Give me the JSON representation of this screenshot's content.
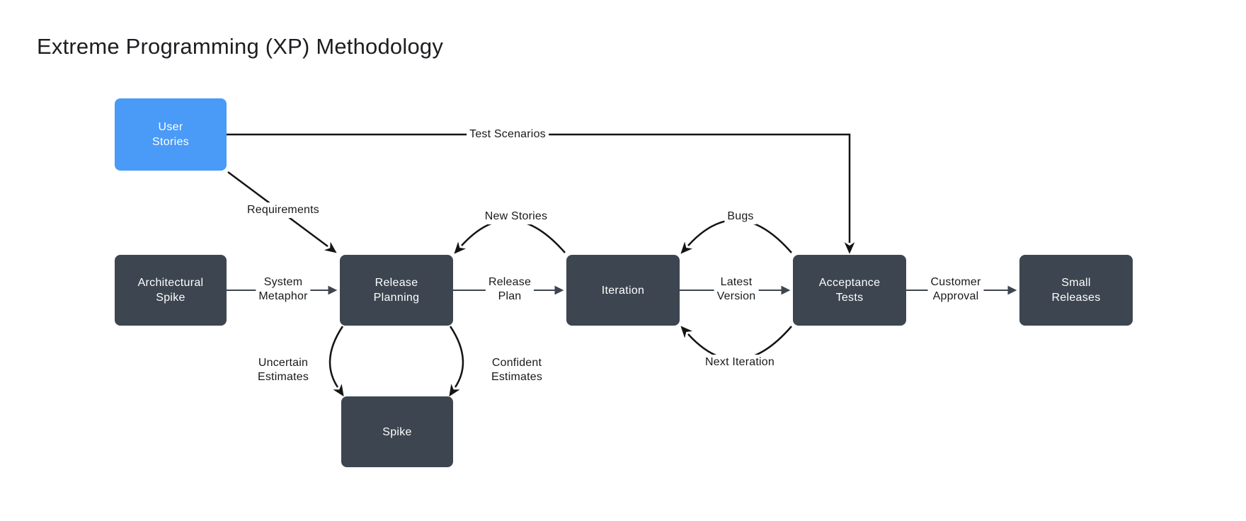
{
  "title": "Extreme Programming (XP) Methodology",
  "colors": {
    "node_dark": "#3d4650",
    "node_blue": "#4a9af7",
    "edge_black": "#141414",
    "edge_slate": "#3d4650",
    "node_text": "#ffffff",
    "label_text": "#17191c",
    "background": "#ffffff"
  },
  "nodes": [
    {
      "id": "user-stories",
      "label": "User\nStories",
      "color": "blue"
    },
    {
      "id": "architectural-spike",
      "label": "Architectural\nSpike",
      "color": "dark"
    },
    {
      "id": "release-planning",
      "label": "Release\nPlanning",
      "color": "dark"
    },
    {
      "id": "iteration",
      "label": "Iteration",
      "color": "dark"
    },
    {
      "id": "acceptance-tests",
      "label": "Acceptance\nTests",
      "color": "dark"
    },
    {
      "id": "small-releases",
      "label": "Small\nReleases",
      "color": "dark"
    },
    {
      "id": "spike",
      "label": "Spike",
      "color": "dark"
    }
  ],
  "edges": [
    {
      "id": "test-scenarios",
      "label": "Test Scenarios",
      "from": "user-stories",
      "to": "acceptance-tests",
      "style": "elbow-black"
    },
    {
      "id": "requirements",
      "label": "Requirements",
      "from": "user-stories",
      "to": "release-planning",
      "style": "diagonal-black"
    },
    {
      "id": "system-metaphor",
      "label": "System\nMetaphor",
      "from": "architectural-spike",
      "to": "release-planning",
      "style": "straight-slate"
    },
    {
      "id": "new-stories",
      "label": "New Stories",
      "from": "iteration",
      "to": "release-planning",
      "style": "arc-black"
    },
    {
      "id": "release-plan",
      "label": "Release\nPlan",
      "from": "release-planning",
      "to": "iteration",
      "style": "straight-slate"
    },
    {
      "id": "bugs",
      "label": "Bugs",
      "from": "acceptance-tests",
      "to": "iteration",
      "style": "arc-black"
    },
    {
      "id": "latest-version",
      "label": "Latest\nVersion",
      "from": "iteration",
      "to": "acceptance-tests",
      "style": "straight-slate"
    },
    {
      "id": "next-iteration",
      "label": "Next Iteration",
      "from": "acceptance-tests",
      "to": "iteration",
      "style": "arc-black"
    },
    {
      "id": "customer-approval",
      "label": "Customer\nApproval",
      "from": "acceptance-tests",
      "to": "small-releases",
      "style": "straight-slate"
    },
    {
      "id": "uncertain-estimates",
      "label": "Uncertain\nEstimates",
      "from": "release-planning",
      "to": "spike",
      "style": "arc-black"
    },
    {
      "id": "confident-estimates",
      "label": "Confident\nEstimates",
      "from": "release-planning",
      "to": "spike",
      "style": "arc-black"
    }
  ]
}
